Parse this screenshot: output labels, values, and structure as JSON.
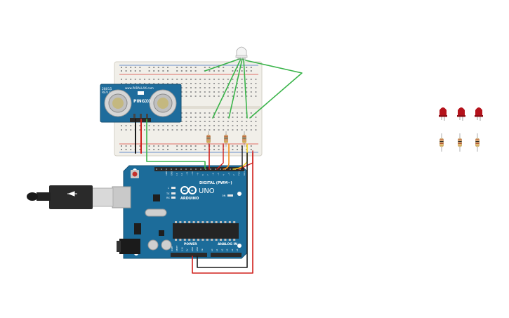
{
  "colors": {
    "background": "#ffffff",
    "breadboard": "#f1efe9",
    "breadboard_hole": "#8e8e8e",
    "rail_red": "#d8443c",
    "rail_blue": "#3b6fc0",
    "arduino": "#1c6c9a",
    "arduino_dark": "#154f72",
    "header": "#2a2a2a",
    "chip": "#242424",
    "sensor_board": "#1e6c9c",
    "transducer": "#bfbfbf",
    "wire_green": "#3ab44a",
    "wire_red": "#d0201c",
    "wire_black": "#1a1a1a",
    "wire_orange": "#f28c1e",
    "wire_yellow": "#f2d21a",
    "led_red": "#b5121b",
    "resistor_body": "#e6c48f"
  },
  "ultrasonic_sensor": {
    "brand": "PING)))",
    "code": "28015",
    "rev": "REV C",
    "url": "www.PARALLAX.com"
  },
  "arduino": {
    "logo": "UNO",
    "brand": "ARDUINO",
    "digital_label": "DIGITAL (PWM~)",
    "power_label": "POWER",
    "analog_label": "ANALOG IN",
    "tx_label": "TX",
    "rx_label": "RX",
    "l_label": "L",
    "on_label": "ON",
    "digital_pins": [
      "AREF",
      "GND",
      "13",
      "12",
      "~11",
      "~10",
      "~9",
      "8",
      "7",
      "~6",
      "~5",
      "4",
      "~3",
      "2",
      "TX 1",
      "RX 0"
    ],
    "power_pins": [
      "IOREF",
      "RESET",
      "3.3V",
      "5V",
      "GND",
      "GND",
      "Vin"
    ],
    "analog_pins": [
      "A0",
      "A1",
      "A2",
      "A3",
      "A4",
      "A5"
    ]
  }
}
